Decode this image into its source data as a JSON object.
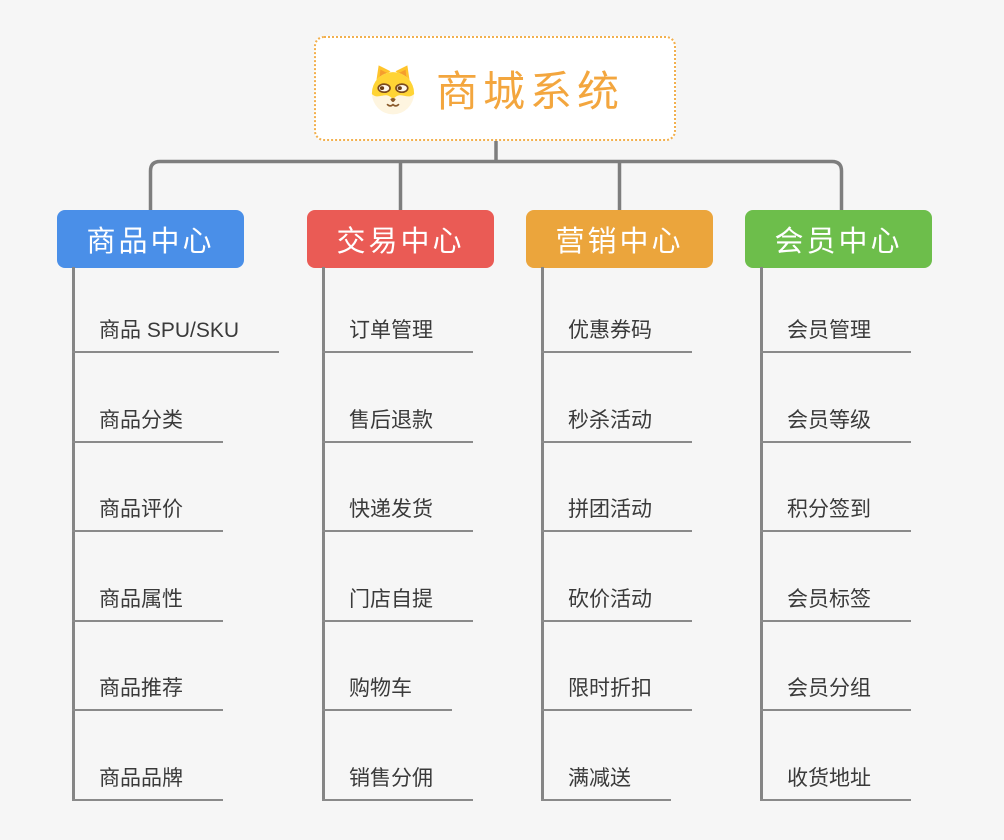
{
  "root": {
    "title": "商城系统",
    "icon": "dog-face"
  },
  "branches": [
    {
      "label": "商品中心",
      "color": "#4A8FE8",
      "children": [
        "商品 SPU/SKU",
        "商品分类",
        "商品评价",
        "商品属性",
        "商品推荐",
        "商品品牌"
      ]
    },
    {
      "label": "交易中心",
      "color": "#EA5B55",
      "children": [
        "订单管理",
        "售后退款",
        "快递发货",
        "门店自提",
        "购物车",
        "销售分佣"
      ]
    },
    {
      "label": "营销中心",
      "color": "#EBA53C",
      "children": [
        "优惠券码",
        "秒杀活动",
        "拼团活动",
        "砍价活动",
        "限时折扣",
        "满减送"
      ]
    },
    {
      "label": "会员中心",
      "color": "#6DBE4B",
      "children": [
        "会员管理",
        "会员等级",
        "积分签到",
        "会员标签",
        "会员分组",
        "收货地址"
      ]
    }
  ],
  "colors": {
    "background": "#F6F6F6",
    "root_text": "#F3A63E",
    "root_border": "#F2B04E",
    "connector": "#7E7E7E",
    "child_line": "#8A8A8A",
    "child_text": "#3A3A3A"
  }
}
